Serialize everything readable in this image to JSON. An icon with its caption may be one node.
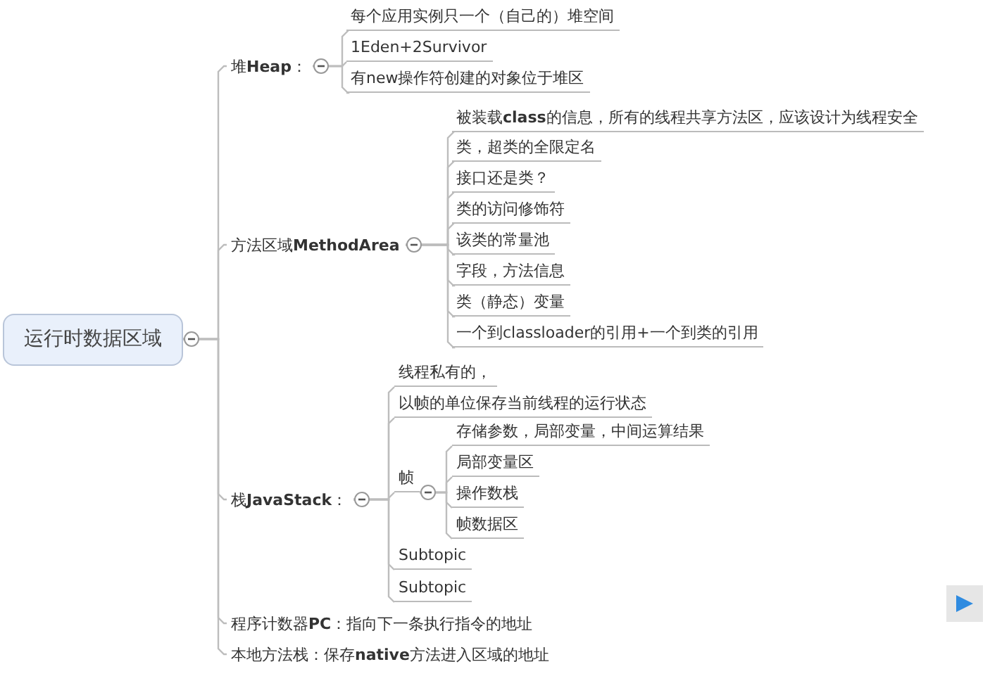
{
  "diagram": {
    "nodes": [
      {
        "text": [
          "运行时数据区域"
        ]
      },
      {
        "text": [
          "堆**Heap**："
        ]
      },
      {
        "text": [
          "每个应用实例只一个（自己的）堆空间"
        ]
      },
      {
        "text": [
          "1Eden+2Survivor"
        ]
      },
      {
        "text": [
          "有new操作符创建的对象位于堆区"
        ]
      },
      {
        "text": [
          "方法区域**MethodArea**"
        ]
      },
      {
        "text": [
          "被装载**class**的信息，所有的线程共享方法区，应该设计为线程安全"
        ]
      },
      {
        "text": [
          "类，超类的全限定名"
        ]
      },
      {
        "text": [
          "接口还是类？"
        ]
      },
      {
        "text": [
          "类的访问修饰符"
        ]
      },
      {
        "text": [
          "该类的常量池"
        ]
      },
      {
        "text": [
          "字段，方法信息"
        ]
      },
      {
        "text": [
          "类（静态）变量"
        ]
      },
      {
        "text": [
          "一个到classloader的引用+一个到类的引用"
        ]
      },
      {
        "text": [
          "栈**JavaStack**："
        ]
      },
      {
        "text": [
          "线程私有的，"
        ]
      },
      {
        "text": [
          "以帧的单位保存当前线程的运行状态"
        ]
      },
      {
        "text": [
          "帧"
        ]
      },
      {
        "text": [
          "存储参数，局部变量，中间运算结果"
        ]
      },
      {
        "text": [
          "局部变量区"
        ]
      },
      {
        "text": [
          "操作数栈"
        ]
      },
      {
        "text": [
          "帧数据区"
        ]
      },
      {
        "text": [
          "Subtopic"
        ]
      },
      {
        "text": [
          "Subtopic"
        ]
      },
      {
        "text": [
          "程序计数器**PC**：指向下一条执行指令的地址"
        ]
      },
      {
        "text": [
          "本地方法栈：保存**native**方法进入区域的地址"
        ]
      }
    ],
    "edges": [
      {
        "from": 0,
        "to": 1,
        "arrow": "none"
      },
      {
        "from": 1,
        "to": 2,
        "arrow": "none"
      },
      {
        "from": 1,
        "to": 3,
        "arrow": "none"
      },
      {
        "from": 1,
        "to": 4,
        "arrow": "none"
      },
      {
        "from": 0,
        "to": 5,
        "arrow": "none"
      },
      {
        "from": 5,
        "to": 6,
        "arrow": "none"
      },
      {
        "from": 5,
        "to": 7,
        "arrow": "none"
      },
      {
        "from": 5,
        "to": 8,
        "arrow": "none"
      },
      {
        "from": 5,
        "to": 9,
        "arrow": "none"
      },
      {
        "from": 5,
        "to": 10,
        "arrow": "none"
      },
      {
        "from": 5,
        "to": 11,
        "arrow": "none"
      },
      {
        "from": 5,
        "to": 12,
        "arrow": "none"
      },
      {
        "from": 5,
        "to": 13,
        "arrow": "none"
      },
      {
        "from": 0,
        "to": 14,
        "arrow": "none"
      },
      {
        "from": 14,
        "to": 15,
        "arrow": "none"
      },
      {
        "from": 14,
        "to": 16,
        "arrow": "none"
      },
      {
        "from": 14,
        "to": 17,
        "arrow": "none"
      },
      {
        "from": 17,
        "to": 18,
        "arrow": "none"
      },
      {
        "from": 17,
        "to": 19,
        "arrow": "none"
      },
      {
        "from": 17,
        "to": 20,
        "arrow": "none"
      },
      {
        "from": 17,
        "to": 21,
        "arrow": "none"
      },
      {
        "from": 14,
        "to": 22,
        "arrow": "none"
      },
      {
        "from": 14,
        "to": 23,
        "arrow": "none"
      },
      {
        "from": 0,
        "to": 24,
        "arrow": "none"
      },
      {
        "from": 0,
        "to": 25,
        "arrow": "none"
      }
    ]
  }
}
